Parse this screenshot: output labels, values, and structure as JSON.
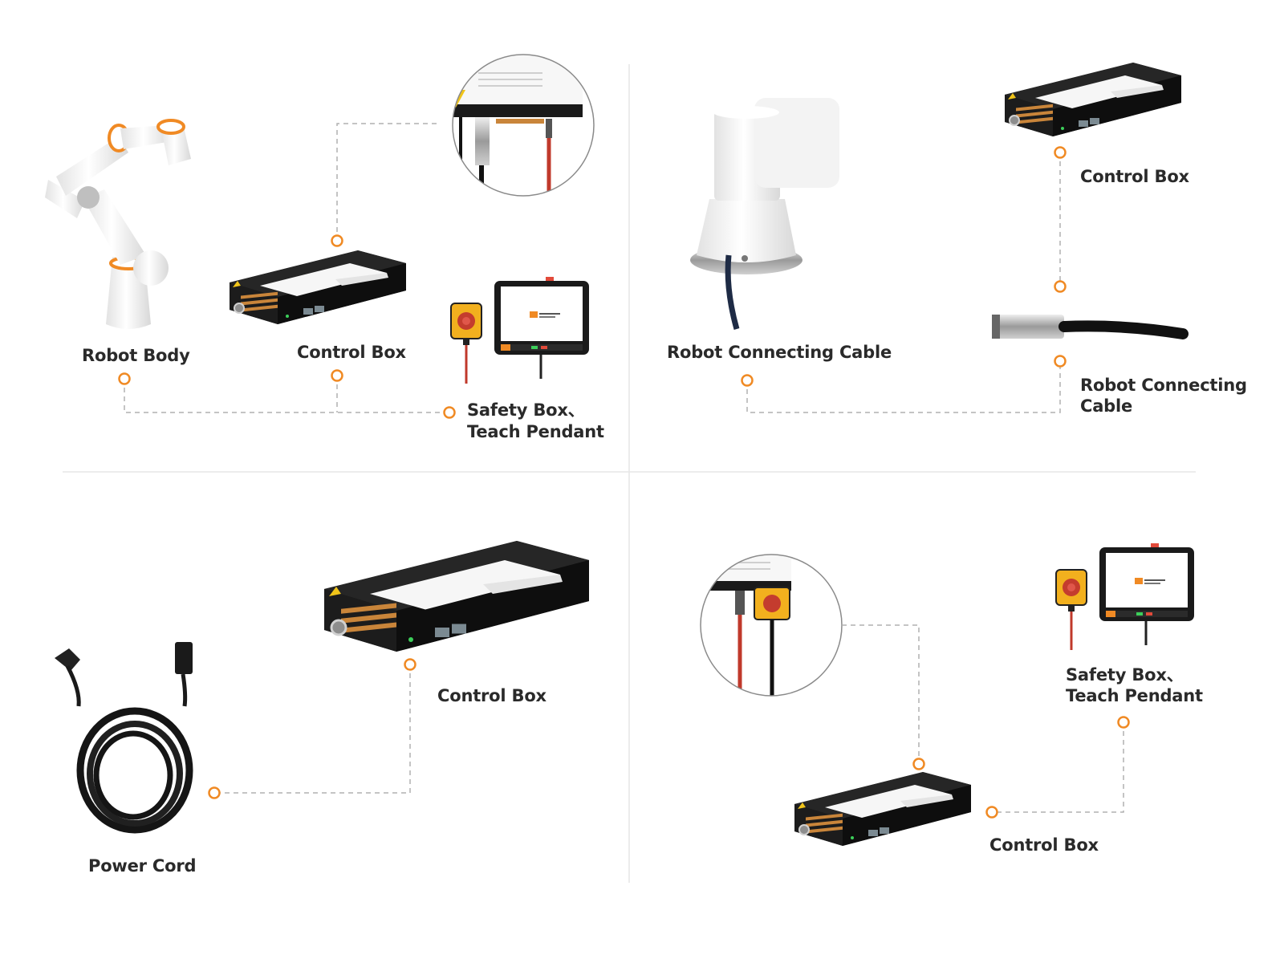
{
  "colors": {
    "accent": "#f08a24",
    "connector": "#b0b0b0",
    "divider": "#e6e6e6",
    "label": "#2a2a2a",
    "device_body": "#1b1b1b",
    "terminal": "#c9853a",
    "cable_red": "#c0392b",
    "robot_white": "#f3f3f3"
  },
  "panels": {
    "top_left": {
      "robot_body": "Robot Body",
      "control_box": "Control Box",
      "safety_line1": "Safety Box、",
      "safety_line2": "Teach Pendant"
    },
    "top_right": {
      "cable_left": "Robot Connecting Cable",
      "control_box": "Control Box",
      "cable_right_line1": "Robot Connecting",
      "cable_right_line2": "Cable"
    },
    "bottom_left": {
      "control_box": "Control Box",
      "power_cord": "Power Cord"
    },
    "bottom_right": {
      "safety_line1": "Safety Box、",
      "safety_line2": "Teach Pendant",
      "control_box": "Control Box"
    }
  },
  "icons": [
    "robot-arm",
    "control-box",
    "safety-box",
    "teach-pendant",
    "connector-closeup",
    "robot-base",
    "cable-connector",
    "power-cord"
  ]
}
